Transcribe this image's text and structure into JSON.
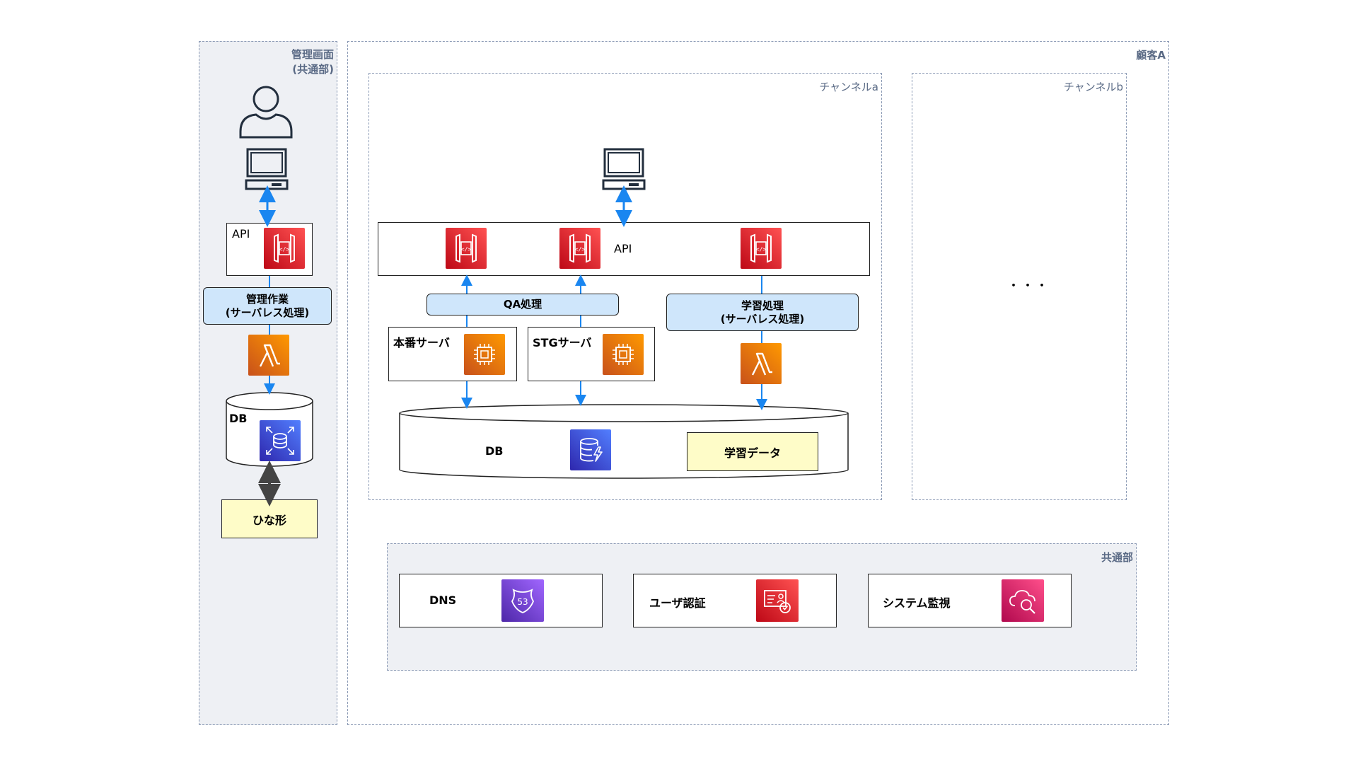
{
  "groups": {
    "admin": "管理画面\n(共通部)",
    "customer": "顧客A",
    "channel_a": "チャンネルa",
    "channel_b": "チャンネルb",
    "common": "共通部"
  },
  "admin": {
    "api_label": "API",
    "process": "管理作業\n(サーバレス処理)",
    "db_label": "DB",
    "template": "ひな形"
  },
  "channel_a": {
    "api_label": "API",
    "qa_process": "QA処理",
    "prod_server": "本番サーバ",
    "stg_server": "STGサーバ",
    "learning_process": "学習処理\n(サーバレス処理)",
    "db_label": "DB",
    "learning_data": "学習データ"
  },
  "channel_b": {
    "ellipsis": "・・・"
  },
  "common": {
    "dns": "DNS",
    "auth": "ユーザ認証",
    "monitor": "システム監視"
  },
  "colors": {
    "arrow": "#1a86f0",
    "group_border": "#8a99b4",
    "process_fill": "#cfe6fb",
    "note_fill": "#fefcc8"
  }
}
